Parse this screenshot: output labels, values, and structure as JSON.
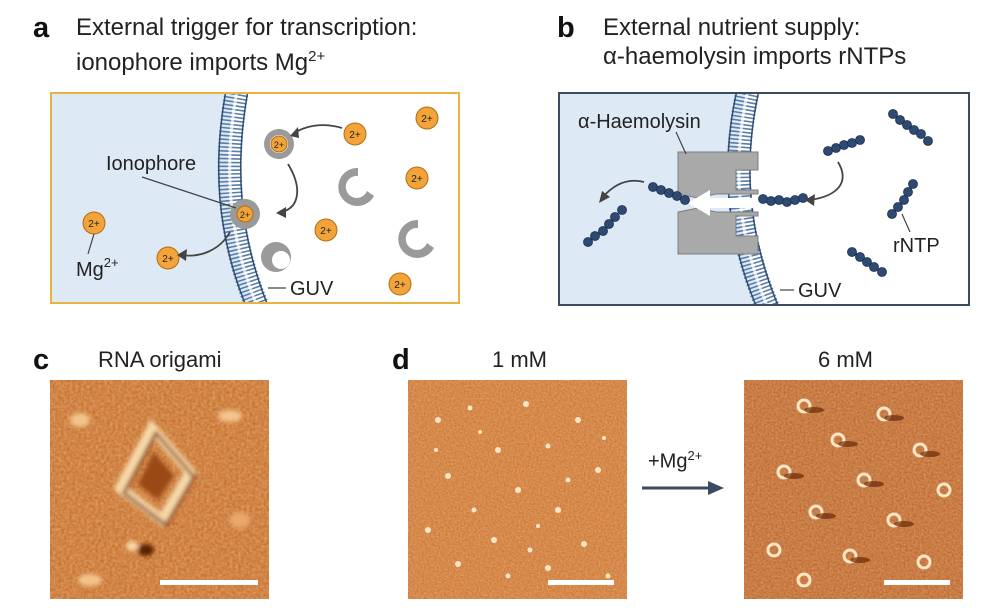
{
  "panel_a": {
    "letter": "a",
    "title_line1": "External trigger for transcription:",
    "title_line2_text": "ionophore imports Mg",
    "title_line2_sup": "2+",
    "label_ionophore": "Ionophore",
    "label_mg_text": "Mg",
    "label_mg_sup": "2+",
    "label_guv": "GUV",
    "ion_symbol": "2+",
    "colors": {
      "frame": "#e8b33e",
      "inside": "#dde9f4",
      "ion": "#f2a33a",
      "ionophore": "#9a9a9a"
    }
  },
  "panel_b": {
    "letter": "b",
    "title_line1": "External nutrient supply:",
    "title_line2": "α-haemolysin imports rNTPs",
    "label_haemolysin": "α-Haemolysin",
    "label_rntp": "rNTP",
    "label_guv": "GUV",
    "colors": {
      "frame": "#3c4a62",
      "inside": "#dde9f4",
      "rntp": "#2f4a72",
      "pore": "#a9a9a9"
    }
  },
  "panel_c": {
    "letter": "c",
    "title": "RNA origami"
  },
  "panel_d": {
    "letter": "d",
    "label_left": "1 mM",
    "label_right": "6 mM",
    "arrow_text": "+Mg",
    "arrow_sup": "2+"
  },
  "colors": {
    "membrane": "#5a7ea8",
    "afm_dark": "#8a3a0a",
    "afm_mid": "#c2641e",
    "afm_light": "#f6d8a8"
  }
}
